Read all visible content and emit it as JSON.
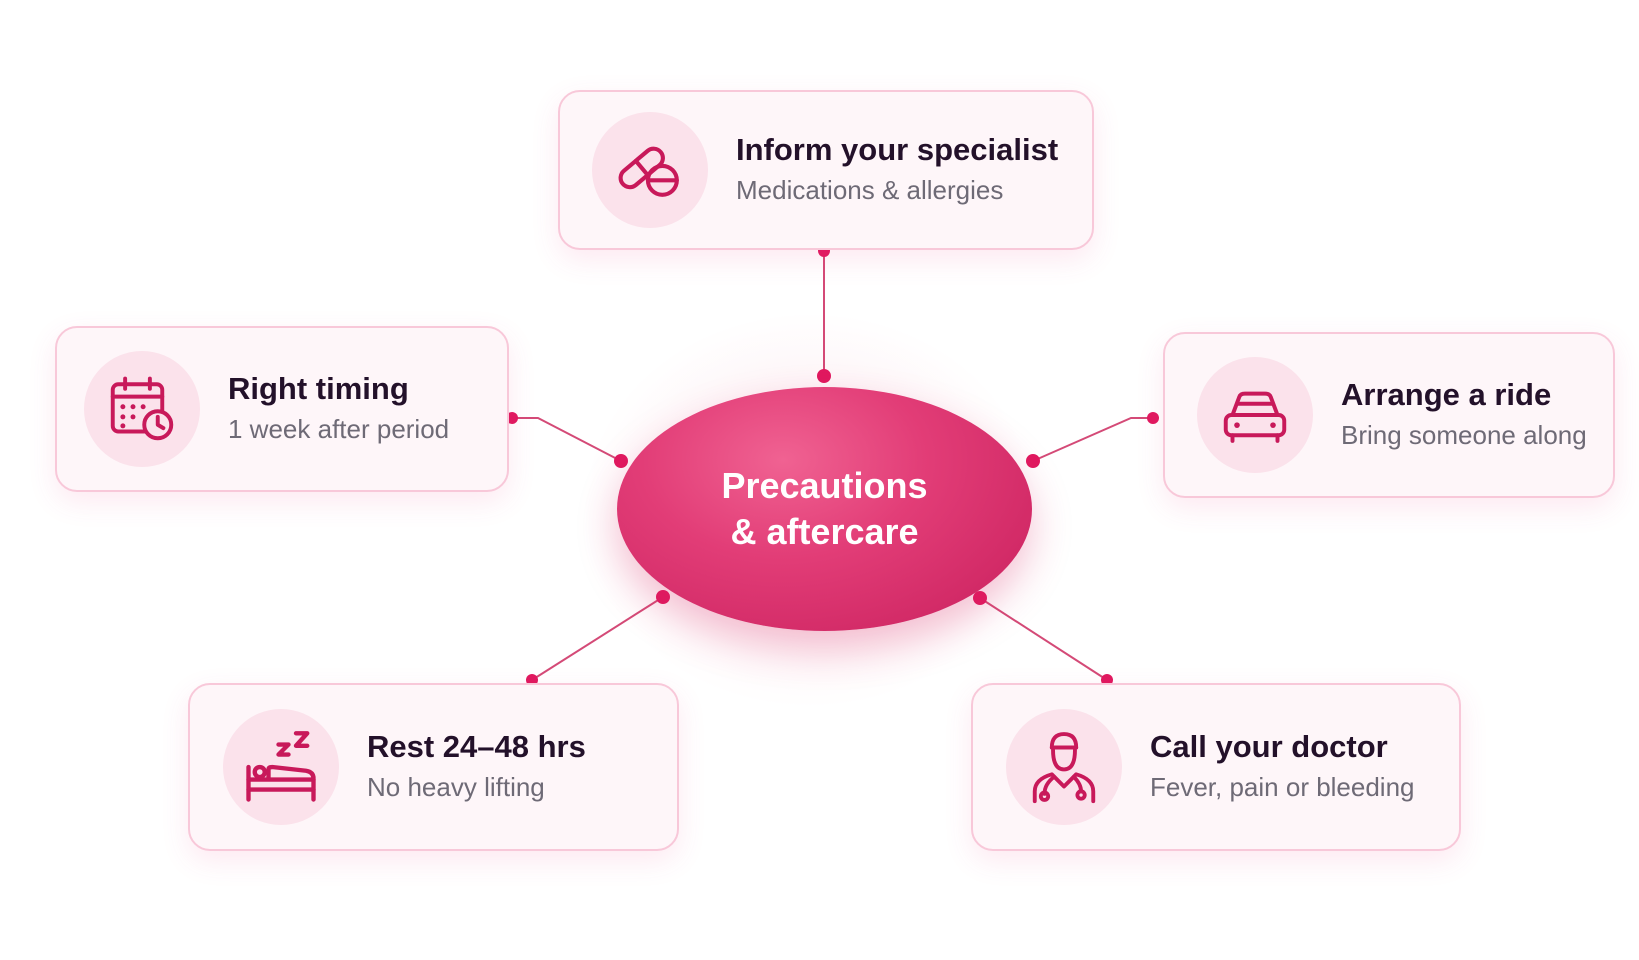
{
  "center": {
    "line1": "Precautions",
    "line2": "& aftercare"
  },
  "cards": {
    "inform": {
      "title": "Inform your specialist",
      "subtitle": "Medications & allergies",
      "icon": "pills-icon"
    },
    "timing": {
      "title": "Right timing",
      "subtitle": "1 week after period",
      "icon": "calendar-clock-icon"
    },
    "ride": {
      "title": "Arrange a ride",
      "subtitle": "Bring someone along",
      "icon": "car-icon"
    },
    "rest": {
      "title": "Rest 24–48 hrs",
      "subtitle": "No heavy lifting",
      "icon": "bed-sleep-icon"
    },
    "doctor": {
      "title": "Call your doctor",
      "subtitle": "Fever, pain or bleeding",
      "icon": "doctor-icon"
    }
  },
  "colors": {
    "accent": "#e0185f",
    "hub_light": "#f06292",
    "hub_dark": "#c81e5c",
    "card_bg": "#fef6f9",
    "card_border": "#f8c8d9",
    "icon_bg": "#fbe2eb",
    "title_text": "#23112a",
    "subtitle_text": "#6e6a76"
  }
}
